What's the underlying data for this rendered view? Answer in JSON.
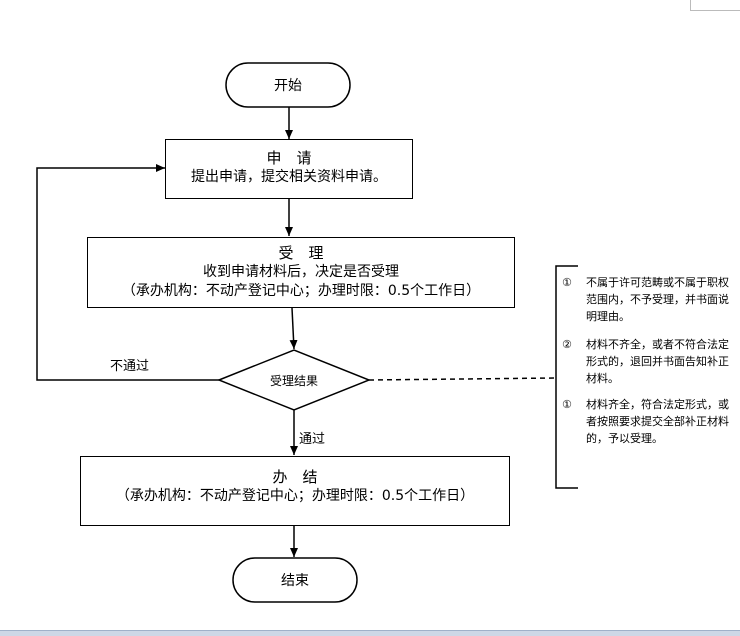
{
  "flow": {
    "start": "开始",
    "apply": {
      "title": "申　请",
      "desc": "提出申请，提交相关资料申请。"
    },
    "accept": {
      "title": "受　理",
      "desc": "收到申请材料后，决定是否受理",
      "org": "（承办机构：不动产登记中心；办理时限：0.5个工作日）"
    },
    "decision": "受理结果",
    "reject_label": "不通过",
    "pass_label": "通过",
    "finish": {
      "title": "办　结",
      "org": "（承办机构：不动产登记中心；办理时限：0.5个工作日）"
    },
    "end": "结束"
  },
  "notes": [
    {
      "num": "①",
      "text": "不属于许可范畴或不属于职权范围内，不予受理，并书面说明理由。"
    },
    {
      "num": "②",
      "text": "材料不齐全，或者不符合法定形式的，退回并书面告知补正材料。"
    },
    {
      "num": "①",
      "text": "材料齐全，符合法定形式，或者按照要求提交全部补正材料的，予以受理。"
    }
  ]
}
